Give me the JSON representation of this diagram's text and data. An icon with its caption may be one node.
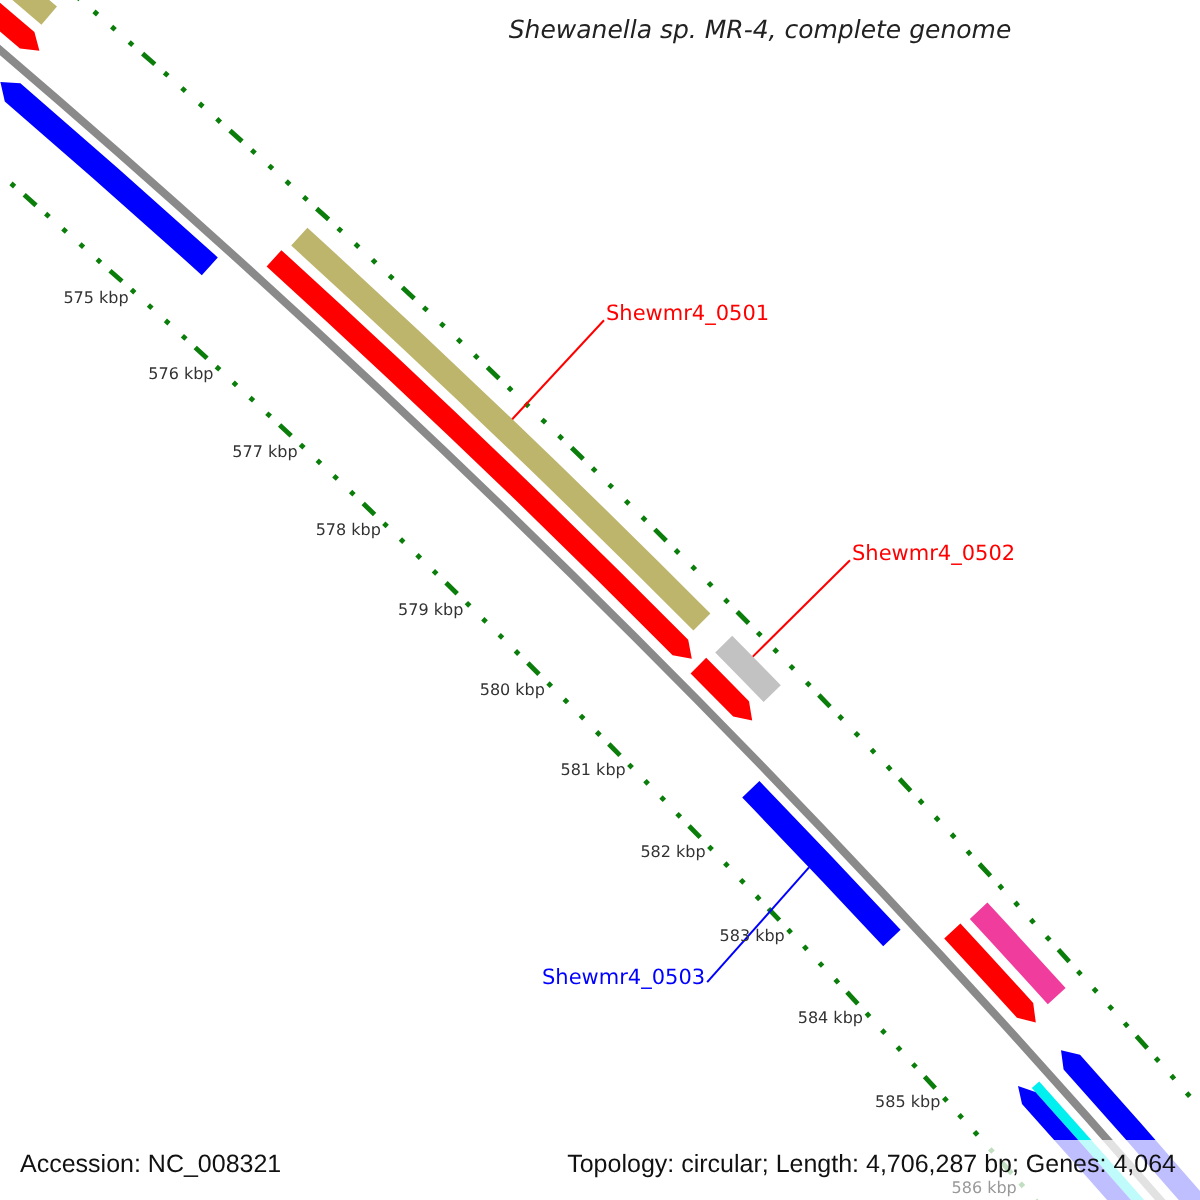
{
  "diagram": {
    "title": "Shewanella sp. MR-4, complete genome",
    "nodes": [
      {
        "text": [
          "Shewmr4_0501"
        ]
      },
      {
        "text": [],
        "shape": "bar"
      },
      {
        "text": [
          "Shewmr4_0502"
        ]
      },
      {
        "text": [],
        "shape": "bar"
      },
      {
        "text": [
          "Shewmr4_0503"
        ]
      },
      {
        "text": [],
        "shape": "bar"
      }
    ],
    "edges": [
      {
        "from": 0,
        "to": 1,
        "arrow": "none"
      },
      {
        "from": 2,
        "to": 3,
        "arrow": "none"
      },
      {
        "from": 4,
        "to": 5,
        "arrow": "none",
        "color": "#0000ff"
      }
    ],
    "labels": [
      "575 kbp",
      "576 kbp",
      "577 kbp",
      "578 kbp",
      "579 kbp",
      "580 kbp",
      "581 kbp",
      "582 kbp",
      "583 kbp",
      "584 kbp",
      "585 kbp",
      "586 kbp",
      "Accession: NC_008321",
      "Topology: circular; Length: 4,706,287 bp; Genes: 4,064"
    ]
  }
}
